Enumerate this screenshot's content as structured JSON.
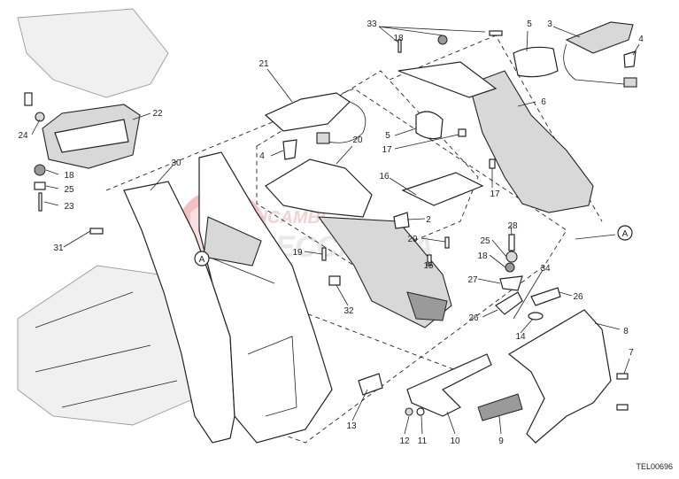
{
  "diagram": {
    "drawing_code": "TEL00696",
    "watermark_text": [
      "RICAMBI",
      "MECCANICA"
    ],
    "callouts": [
      "33",
      "5",
      "3",
      "4",
      "18",
      "21",
      "6",
      "22",
      "24",
      "5",
      "4",
      "20",
      "17",
      "18",
      "30",
      "25",
      "23",
      "16",
      "17",
      "2",
      "28",
      "29",
      "25",
      "31",
      "19",
      "15",
      "18",
      "A",
      "A",
      "34",
      "27",
      "32",
      "26",
      "26",
      "14",
      "8",
      "7",
      "13",
      "12",
      "11",
      "10",
      "9"
    ]
  }
}
